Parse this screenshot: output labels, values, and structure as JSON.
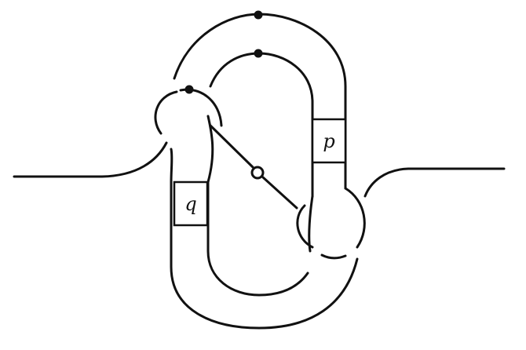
{
  "diagram": {
    "boxes": [
      {
        "id": "q",
        "label": "q"
      },
      {
        "id": "p",
        "label": "p"
      }
    ],
    "markers": {
      "filled_dots": 3,
      "hollow_dots": 1
    },
    "colors": {
      "stroke": "#111111",
      "background": "#ffffff"
    }
  }
}
